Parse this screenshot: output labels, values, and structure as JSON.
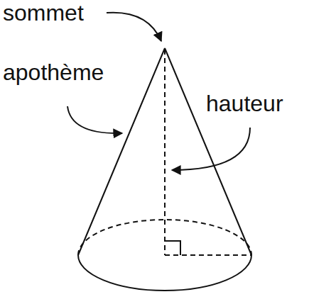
{
  "diagram": {
    "labels": [
      "sommet",
      "apothème",
      "hauteur"
    ]
  }
}
